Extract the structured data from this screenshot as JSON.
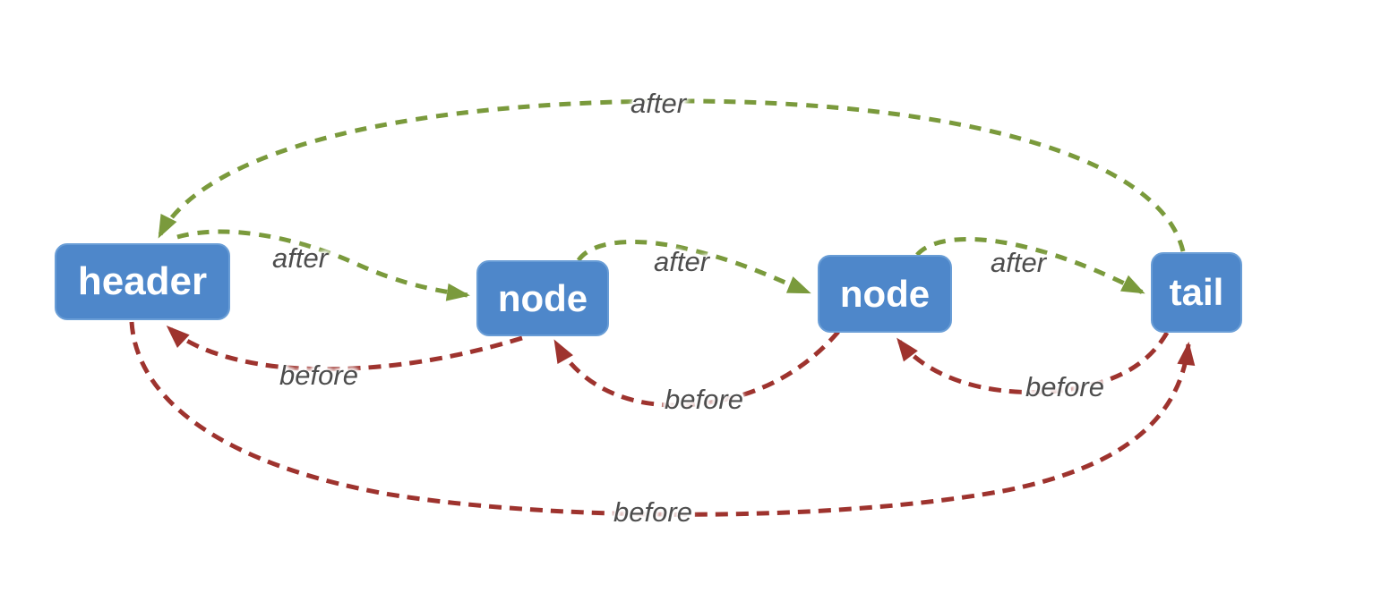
{
  "diagram": {
    "type": "doubly-linked-list",
    "nodes": [
      {
        "id": "header",
        "label": "header"
      },
      {
        "id": "node1",
        "label": "node"
      },
      {
        "id": "node2",
        "label": "node"
      },
      {
        "id": "tail",
        "label": "tail"
      }
    ],
    "edges": [
      {
        "from": "header",
        "to": "node1",
        "label": "after",
        "type": "after"
      },
      {
        "from": "node1",
        "to": "node2",
        "label": "after",
        "type": "after"
      },
      {
        "from": "node2",
        "to": "tail",
        "label": "after",
        "type": "after"
      },
      {
        "from": "tail",
        "to": "header",
        "label": "after",
        "type": "after"
      },
      {
        "from": "node1",
        "to": "header",
        "label": "before",
        "type": "before"
      },
      {
        "from": "node2",
        "to": "node1",
        "label": "before",
        "type": "before"
      },
      {
        "from": "tail",
        "to": "node2",
        "label": "before",
        "type": "before"
      },
      {
        "from": "header",
        "to": "tail",
        "label": "before",
        "type": "before"
      }
    ],
    "colors": {
      "background": "#ffffff",
      "node_fill": "#4e87ca",
      "node_border": "#699dd6",
      "node_text": "#ffffff",
      "after": "#7a9a3c",
      "before": "#9e332e",
      "label_text": "#4d4d4d"
    }
  }
}
